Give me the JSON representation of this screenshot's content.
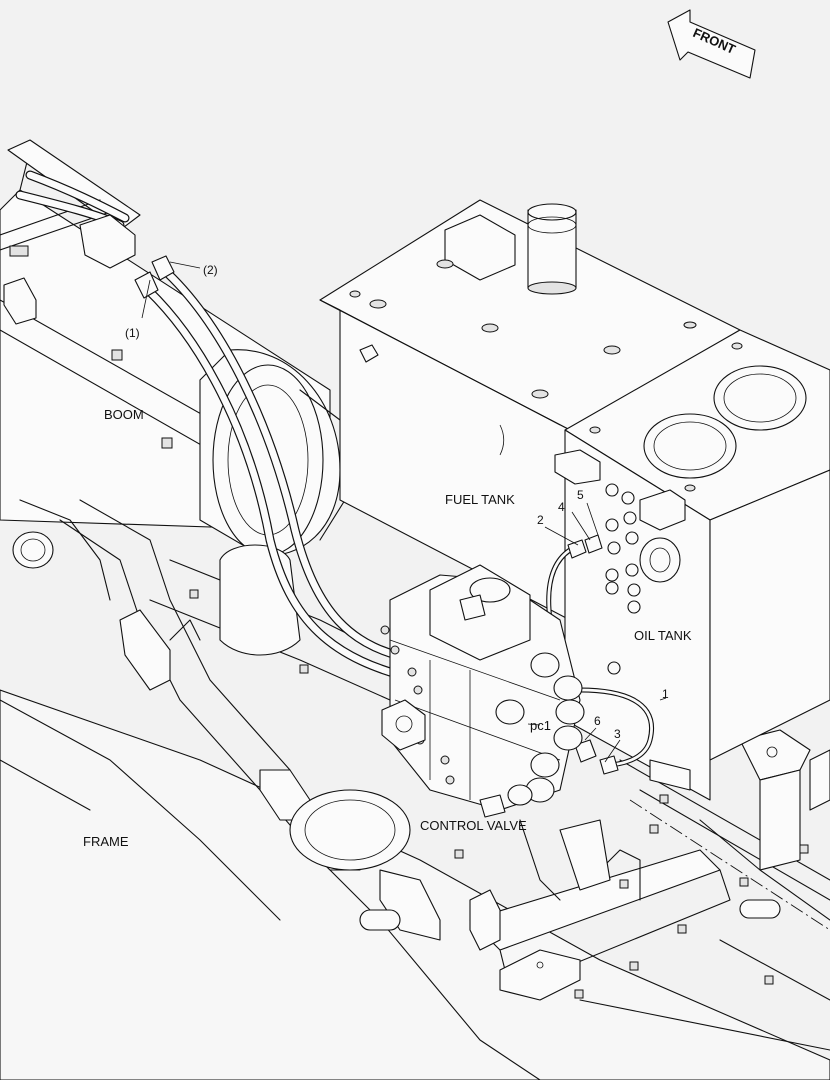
{
  "front_arrow": {
    "label": "FRONT"
  },
  "components": {
    "boom": "BOOM",
    "fuel_tank": "FUEL TANK",
    "oil_tank": "OIL TANK",
    "control_valve": "CONTROL VALVE",
    "frame": "FRAME"
  },
  "callouts": {
    "hose_1": "(1)",
    "hose_2": "(2)",
    "part_1": "1",
    "part_2": "2",
    "part_3": "3",
    "part_4": "4",
    "part_5": "5",
    "part_6": "6",
    "port_pc1": "pc1"
  }
}
